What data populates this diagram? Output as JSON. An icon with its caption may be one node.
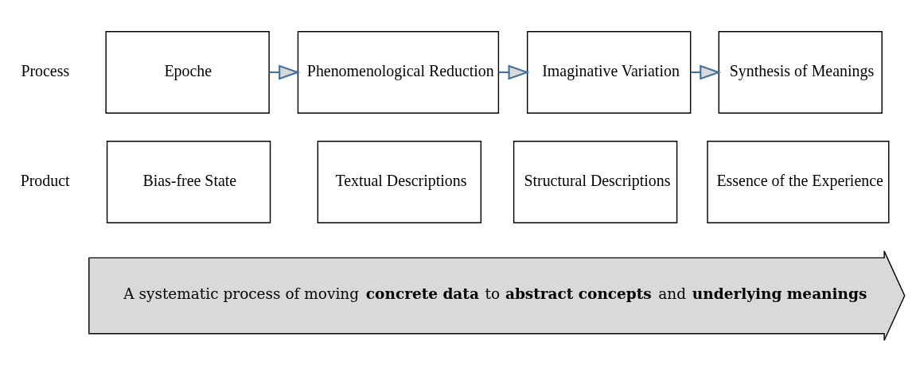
{
  "diagram": {
    "nodes": [
      {
        "text": [
          "Epoche"
        ]
      },
      {
        "text": [
          "Phenomenological Reduction"
        ]
      },
      {
        "text": [
          "Imaginative Variation"
        ]
      },
      {
        "text": [
          "Synthesis of Meanings"
        ]
      },
      {
        "text": [
          "Bias-free State"
        ]
      },
      {
        "text": [
          "Textual Descriptions"
        ]
      },
      {
        "text": [
          "Structural Descriptions"
        ]
      },
      {
        "text": [
          "Essence of the Experience"
        ]
      },
      {
        "text": [
          "A systematic process of moving **concrete data** to **abstract concepts** and **underlying meanings**"
        ]
      }
    ],
    "edges": [
      {
        "from": 0,
        "to": 1,
        "arrow": "to"
      },
      {
        "from": 1,
        "to": 2,
        "arrow": "to"
      },
      {
        "from": 2,
        "to": 3,
        "arrow": "to"
      }
    ],
    "labels": [
      "Process",
      "Product"
    ]
  }
}
